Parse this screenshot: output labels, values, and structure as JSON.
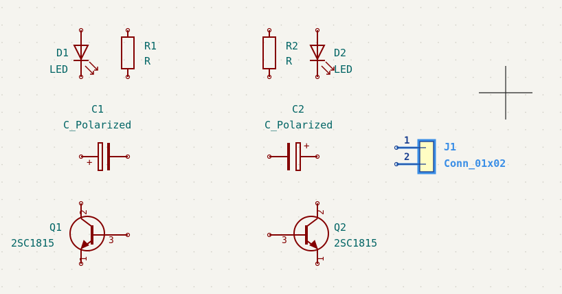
{
  "colors": {
    "background": "#f5f4ef",
    "grid": "#c9c7bd",
    "symbol_body": "#840000",
    "field_text": "#006464",
    "selection": "#3a8ee6",
    "connector_fill": "#fffdc3"
  },
  "symbols": {
    "d1": {
      "ref": "D1",
      "value": "LED"
    },
    "r1": {
      "ref": "R1",
      "value": "R"
    },
    "r2": {
      "ref": "R2",
      "value": "R"
    },
    "d2": {
      "ref": "D2",
      "value": "LED"
    },
    "c1": {
      "ref": "C1",
      "value": "C_Polarized",
      "polarity": "+"
    },
    "c2": {
      "ref": "C2",
      "value": "C_Polarized",
      "polarity": "+"
    },
    "j1": {
      "ref": "J1",
      "value": "Conn_01x02",
      "pin1": "1",
      "pin2": "2"
    },
    "q1": {
      "ref": "Q1",
      "value": "2SC1815",
      "pin1": "1",
      "pin2": "2",
      "pin3": "3"
    },
    "q2": {
      "ref": "Q2",
      "value": "2SC1815",
      "pin1": "1",
      "pin2": "2",
      "pin3": "3"
    }
  },
  "cursor": "crosshair-cursor"
}
